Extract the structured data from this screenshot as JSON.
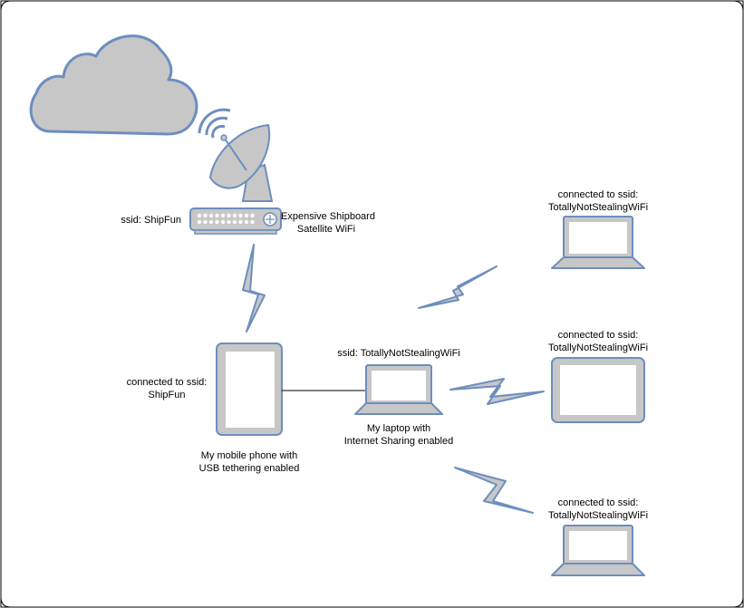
{
  "nodes": {
    "router_ssid": "ssid: ShipFun",
    "router_name_line1": "Expensive Shipboard",
    "router_name_line2": "Satellite WiFi",
    "phone_connected_line1": "connected to ssid:",
    "phone_connected_line2": "ShipFun",
    "phone_caption_line1": "My mobile phone with",
    "phone_caption_line2": "USB tethering enabled",
    "laptop_ssid": "ssid: TotallyNotStealingWiFi",
    "laptop_caption_line1": "My laptop with",
    "laptop_caption_line2": "Internet Sharing enabled",
    "client1_line1": "connected to ssid:",
    "client1_line2": "TotallyNotStealingWiFi",
    "client2_line1": "connected to ssid:",
    "client2_line2": "TotallyNotStealingWiFi",
    "client3_line1": "connected to ssid:",
    "client3_line2": "TotallyNotStealingWiFi"
  },
  "icons": {
    "cloud": "cloud-icon",
    "satellite": "satellite-dish-icon",
    "router": "wifi-router-icon",
    "phone": "tablet-phone-icon",
    "laptop": "laptop-icon",
    "tablet": "tablet-icon",
    "wireless": "lightning-bolt-icon"
  },
  "colors": {
    "icon_fill": "#c7c7c7",
    "icon_stroke": "#6c8ebf",
    "screen": "#ffffff",
    "frame": "#000000"
  }
}
